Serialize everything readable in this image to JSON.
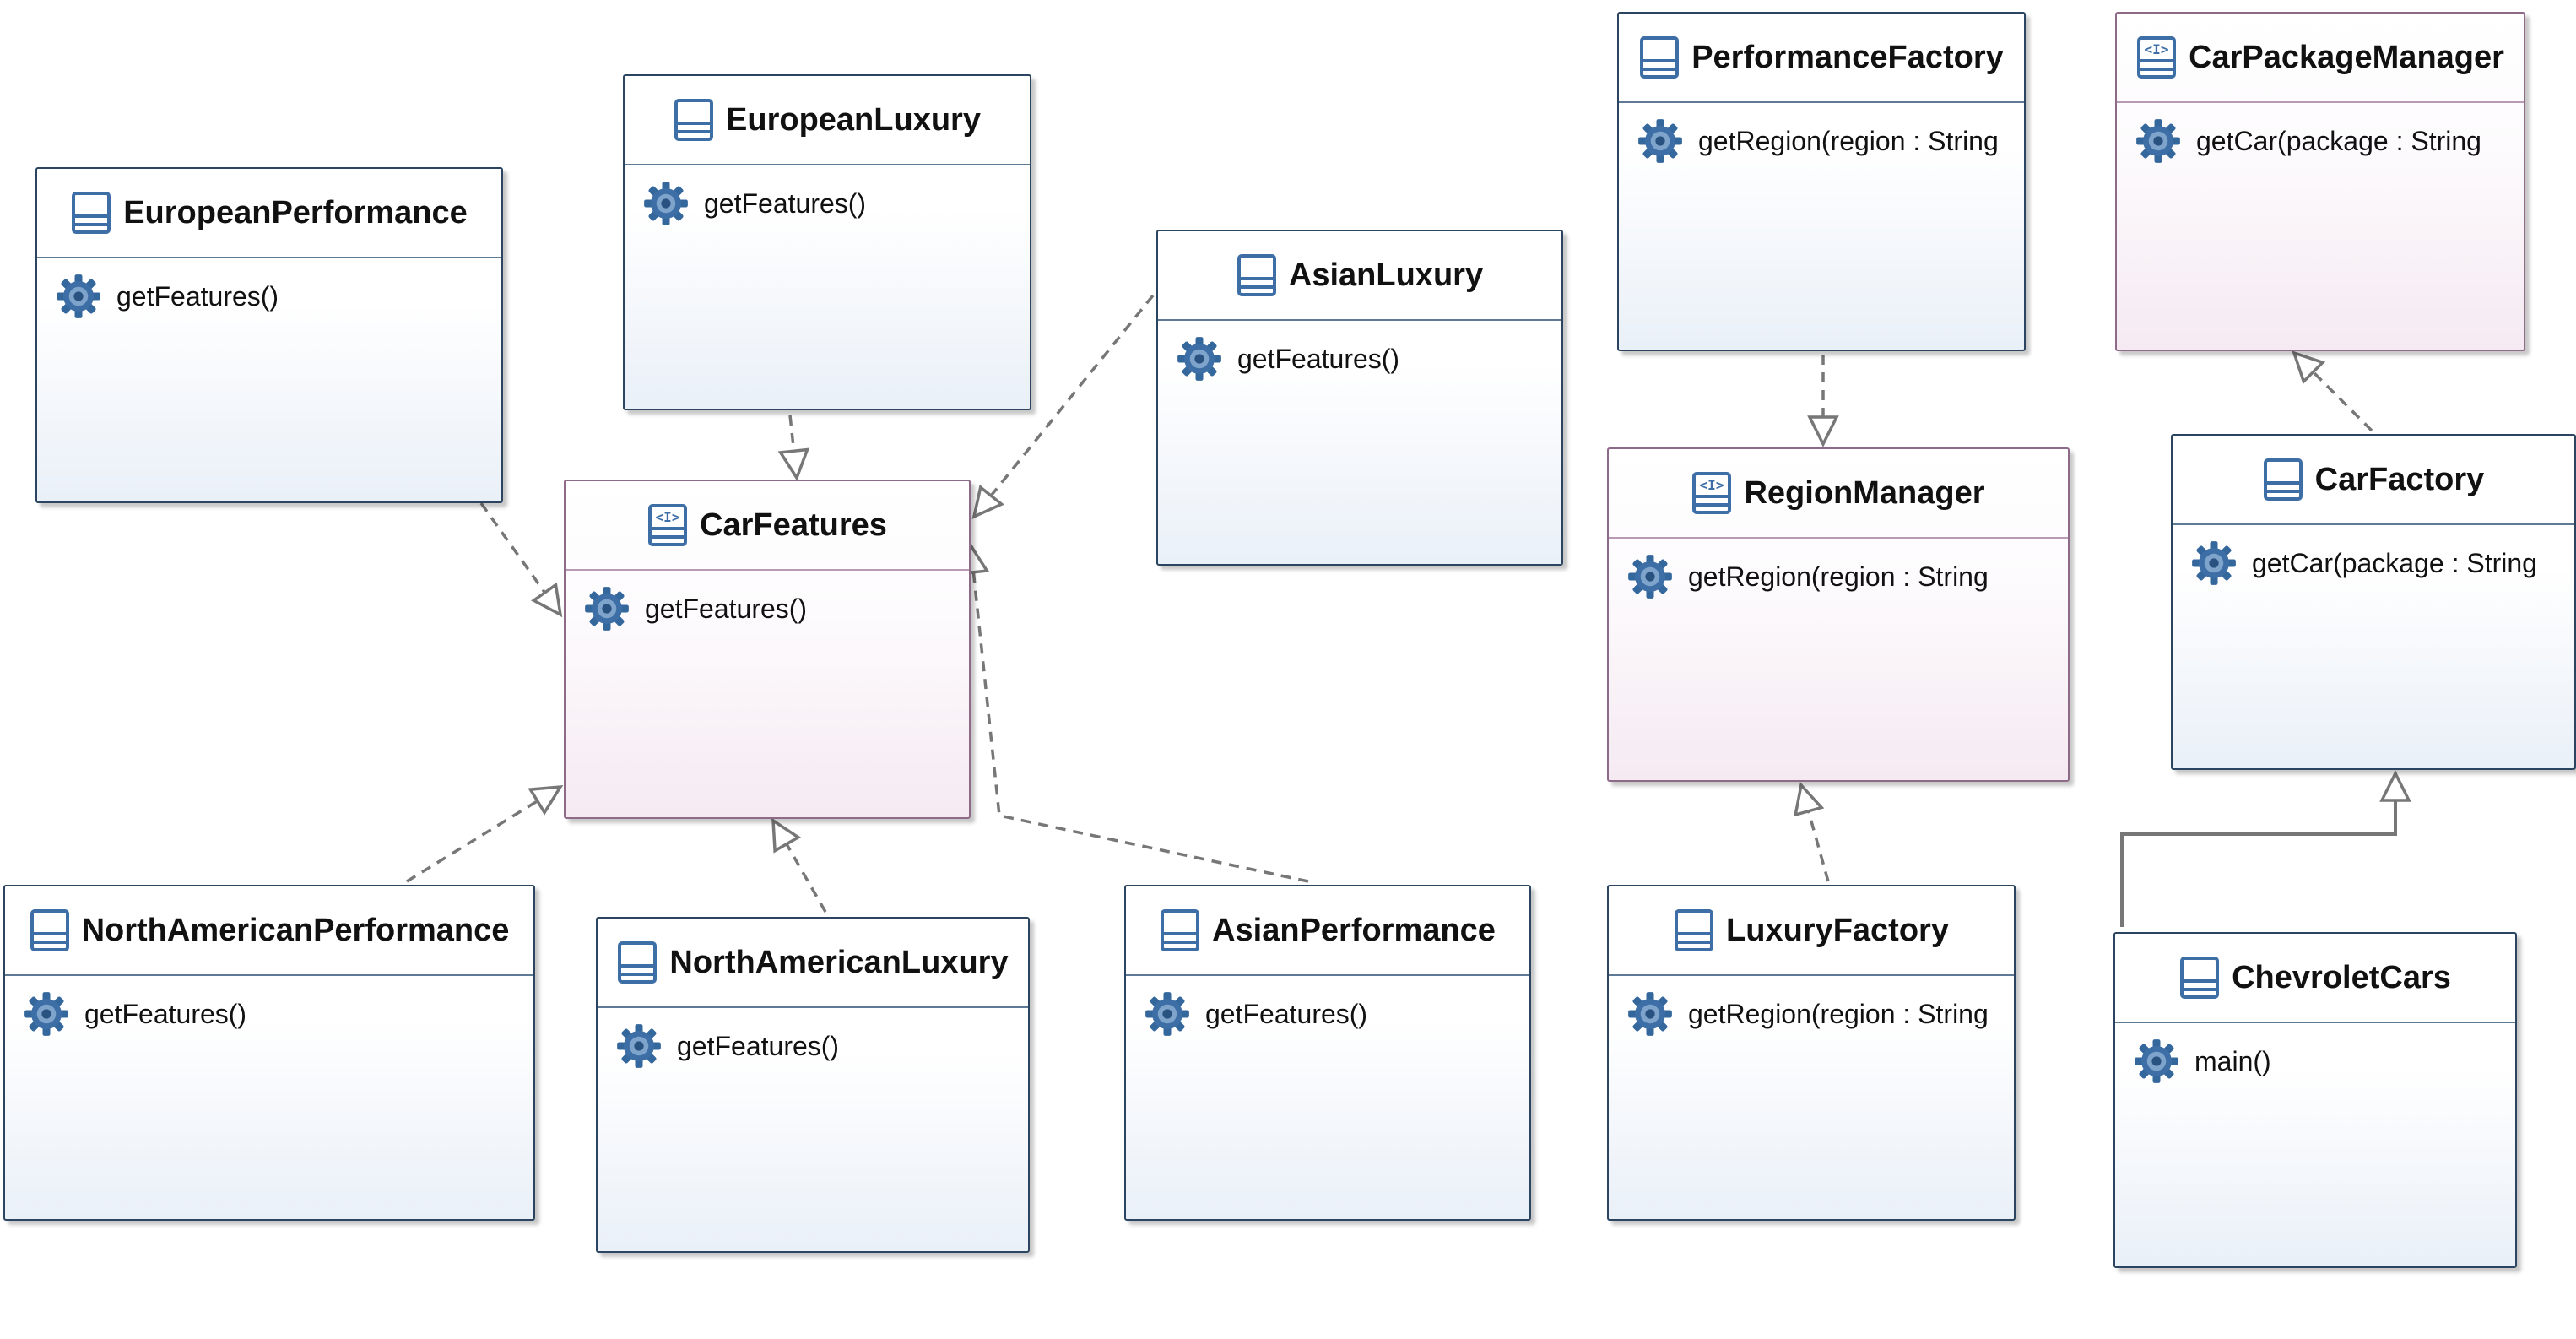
{
  "diagram": {
    "nodes": [
      {
        "id": "european-performance",
        "kind": "class",
        "name": "EuropeanPerformance",
        "method": "getFeatures()"
      },
      {
        "id": "european-luxury",
        "kind": "class",
        "name": "EuropeanLuxury",
        "method": "getFeatures()"
      },
      {
        "id": "car-features",
        "kind": "interface",
        "name": "CarFeatures",
        "method": "getFeatures()"
      },
      {
        "id": "asian-luxury",
        "kind": "class",
        "name": "AsianLuxury",
        "method": "getFeatures()"
      },
      {
        "id": "north-american-performance",
        "kind": "class",
        "name": "NorthAmericanPerformance",
        "method": "getFeatures()"
      },
      {
        "id": "north-american-luxury",
        "kind": "class",
        "name": "NorthAmericanLuxury",
        "method": "getFeatures()"
      },
      {
        "id": "asian-performance",
        "kind": "class",
        "name": "AsianPerformance",
        "method": "getFeatures()"
      },
      {
        "id": "performance-factory",
        "kind": "class",
        "name": "PerformanceFactory",
        "method": "getRegion(region : String"
      },
      {
        "id": "region-manager",
        "kind": "interface",
        "name": "RegionManager",
        "method": "getRegion(region : String"
      },
      {
        "id": "luxury-factory",
        "kind": "class",
        "name": "LuxuryFactory",
        "method": "getRegion(region : String"
      },
      {
        "id": "car-package-manager",
        "kind": "interface",
        "name": "CarPackageManager",
        "method": "getCar(package : String"
      },
      {
        "id": "car-factory",
        "kind": "class",
        "name": "CarFactory",
        "method": "getCar(package : String"
      },
      {
        "id": "chevrolet-cars",
        "kind": "class",
        "name": "ChevroletCars",
        "method": "main()"
      }
    ],
    "edges": [
      {
        "from": "european-performance",
        "to": "car-features",
        "type": "realization"
      },
      {
        "from": "european-luxury",
        "to": "car-features",
        "type": "realization"
      },
      {
        "from": "asian-luxury",
        "to": "car-features",
        "type": "realization"
      },
      {
        "from": "north-american-performance",
        "to": "car-features",
        "type": "realization"
      },
      {
        "from": "north-american-luxury",
        "to": "car-features",
        "type": "realization"
      },
      {
        "from": "asian-performance",
        "to": "car-features",
        "type": "realization"
      },
      {
        "from": "performance-factory",
        "to": "region-manager",
        "type": "realization"
      },
      {
        "from": "luxury-factory",
        "to": "region-manager",
        "type": "realization"
      },
      {
        "from": "car-factory",
        "to": "car-package-manager",
        "type": "realization"
      },
      {
        "from": "chevrolet-cars",
        "to": "car-factory",
        "type": "generalization"
      }
    ]
  },
  "colors": {
    "class_border": "#2b4560",
    "interface_border": "#8c6a88",
    "class_fill_end": "#eaf0f8",
    "interface_fill_end": "#f5eaf2",
    "edge": "#777777",
    "icon_blue": "#3d6fa6"
  }
}
